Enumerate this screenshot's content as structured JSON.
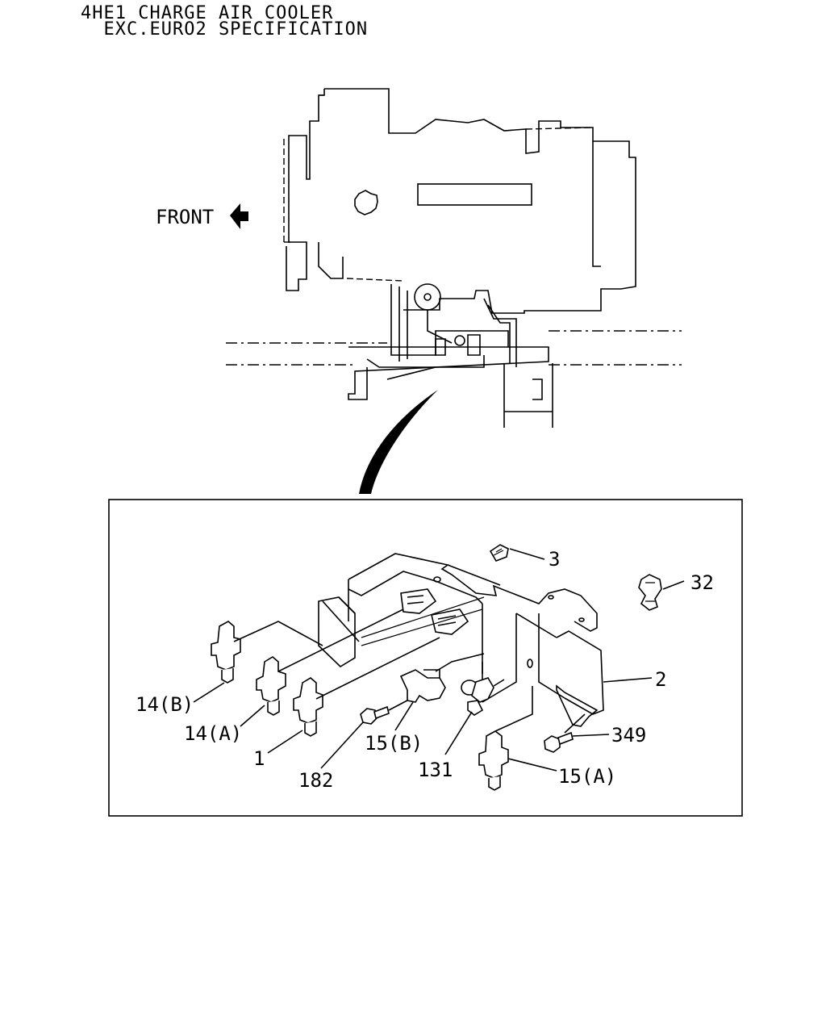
{
  "title": {
    "line1": "4HE1 CHARGE AIR COOLER",
    "line2": "  EXC.EURO2 SPECIFICATION"
  },
  "overview": {
    "front_label": "FRONT",
    "front_arrow_icon": "arrow-left-icon"
  },
  "callouts": [
    {
      "id": "3",
      "label": "3"
    },
    {
      "id": "32",
      "label": "32"
    },
    {
      "id": "2",
      "label": "2"
    },
    {
      "id": "349",
      "label": "349"
    },
    {
      "id": "15a",
      "label": "15(A)"
    },
    {
      "id": "131",
      "label": "131"
    },
    {
      "id": "15b",
      "label": "15(B)"
    },
    {
      "id": "182",
      "label": "182"
    },
    {
      "id": "1",
      "label": "1"
    },
    {
      "id": "14a",
      "label": "14(A)"
    },
    {
      "id": "14b",
      "label": "14(B)"
    }
  ]
}
